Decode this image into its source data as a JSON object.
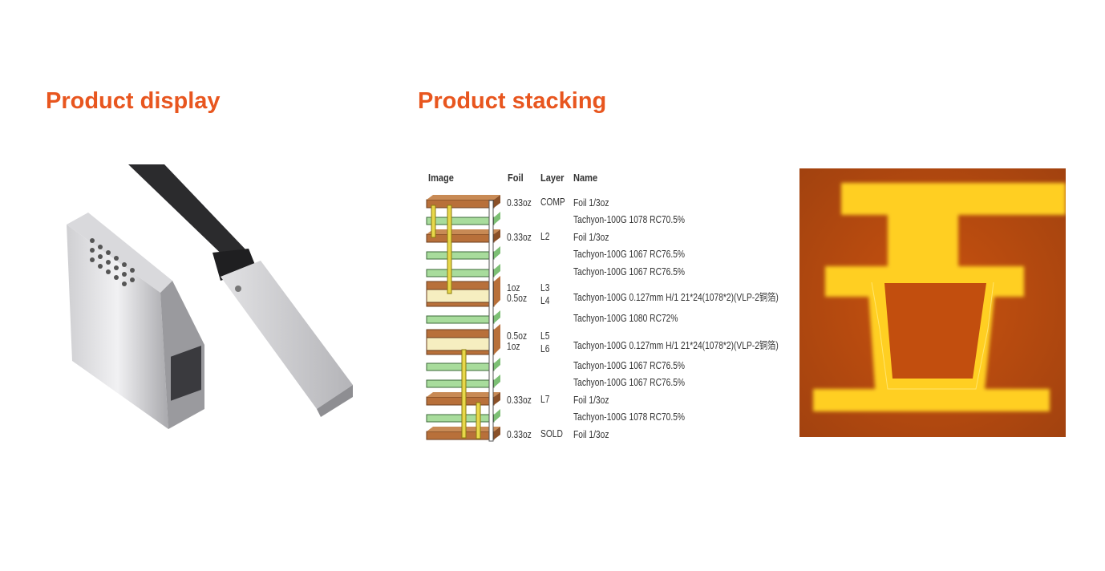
{
  "sections": {
    "display_title": "Product display",
    "stacking_title": "Product stacking"
  },
  "stackup": {
    "headers": {
      "image": "Image",
      "foil": "Foil",
      "layer": "Layer",
      "name": "Name"
    },
    "rows": [
      {
        "foil": "0.33oz",
        "layer": "COMP",
        "name": "Foil 1/3oz"
      },
      {
        "foil": "",
        "layer": "",
        "name": "Tachyon-100G 1078 RC70.5%"
      },
      {
        "foil": "0.33oz",
        "layer": "L2",
        "name": "Foil 1/3oz"
      },
      {
        "foil": "",
        "layer": "",
        "name": "Tachyon-100G 1067 RC76.5%"
      },
      {
        "foil": "",
        "layer": "",
        "name": "Tachyon-100G 1067 RC76.5%"
      },
      {
        "foil": "1oz",
        "foil2": "0.5oz",
        "layer": "L3",
        "layer2": "L4",
        "name": "Tachyon-100G 0.127mm H/1 21*24(1078*2)(VLP-2铜箔)"
      },
      {
        "foil": "",
        "layer": "",
        "name": "Tachyon-100G 1080 RC72%"
      },
      {
        "foil": "0.5oz",
        "foil2": "1oz",
        "layer": "L5",
        "layer2": "L6",
        "name": "Tachyon-100G 0.127mm H/1 21*24(1078*2)(VLP-2铜箔)"
      },
      {
        "foil": "",
        "layer": "",
        "name": "Tachyon-100G 1067 RC76.5%"
      },
      {
        "foil": "",
        "layer": "",
        "name": "Tachyon-100G 1067 RC76.5%"
      },
      {
        "foil": "0.33oz",
        "layer": "L7",
        "name": "Foil 1/3oz"
      },
      {
        "foil": "",
        "layer": "",
        "name": "Tachyon-100G 1078 RC70.5%"
      },
      {
        "foil": "0.33oz",
        "layer": "SOLD",
        "name": "Foil 1/3oz"
      }
    ]
  },
  "colors": {
    "title": "#e8561f",
    "copper": "#b8703a",
    "prepreg": "#a8dc9c",
    "core": "#f6eec0",
    "via": "#e8d84a",
    "micro_bg": "#b9480f",
    "micro_cu": "#ffd62a"
  }
}
